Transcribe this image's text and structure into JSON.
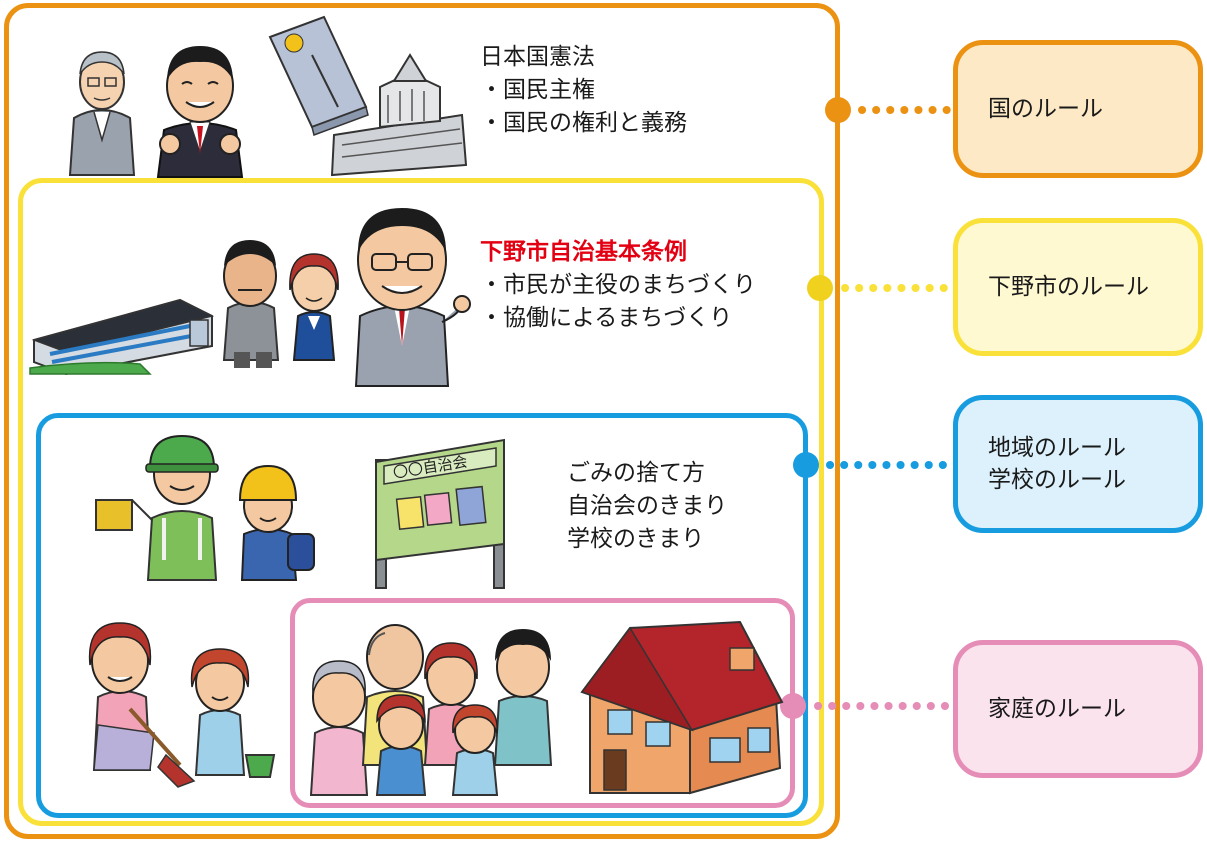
{
  "national": {
    "heading": "日本国憲法",
    "items": [
      "・国民主権",
      "・国民の権利と義務"
    ],
    "rule_label": "国のルール"
  },
  "city": {
    "heading": "下野市自治基本条例",
    "items": [
      "・市民が主役のまちづくり",
      "・協働によるまちづくり"
    ],
    "rule_label": "下野市のルール"
  },
  "region": {
    "items": [
      "ごみの捨て方",
      "自治会のきまり",
      "学校のきまり"
    ],
    "rule_label_lines": [
      "地域のルール",
      "学校のルール"
    ],
    "board_sign": "〇〇自治会"
  },
  "family": {
    "rule_label": "家庭のルール"
  },
  "colors": {
    "national": "#ec9213",
    "city": "#f9e13a",
    "region": "#189ce0",
    "family": "#e58db6",
    "city_heading": "#e30012"
  }
}
